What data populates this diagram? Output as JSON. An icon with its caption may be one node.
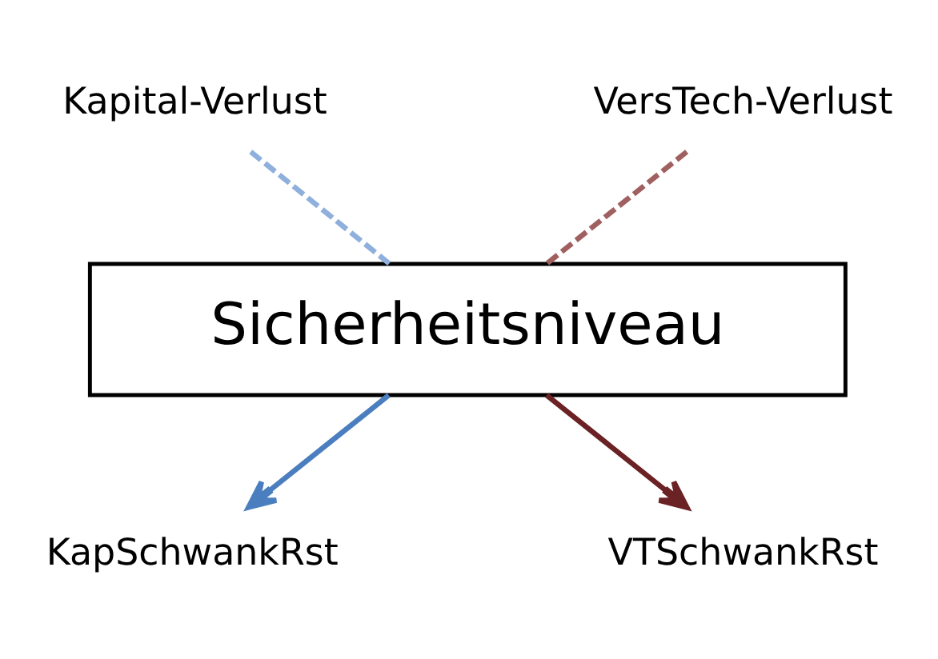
{
  "diagram": {
    "nodes": [
      {
        "text": [
          "Kapital-Verlust"
        ]
      },
      {
        "text": [
          "VersTech-Verlust"
        ]
      },
      {
        "text": [
          "Sicherheitsniveau"
        ]
      },
      {
        "text": [
          "KapSchwankRst"
        ]
      },
      {
        "text": [
          "VTSchwankRst"
        ]
      }
    ],
    "edges": [
      {
        "from": 0,
        "to": 2,
        "arrow": "none",
        "style": "dashed",
        "color": "#8fb0dc"
      },
      {
        "from": 1,
        "to": 2,
        "arrow": "none",
        "style": "dashed",
        "color": "#a06060"
      },
      {
        "from": 2,
        "to": 3,
        "arrow": "to",
        "color": "#4a7ebf"
      },
      {
        "from": 2,
        "to": 4,
        "arrow": "to",
        "color": "#6b2224"
      }
    ]
  }
}
